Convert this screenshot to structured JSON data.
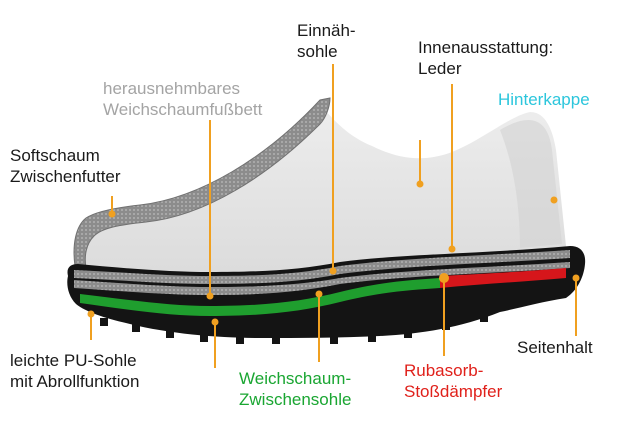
{
  "labels": {
    "einnaehsohle": [
      "Einnäh-",
      "sohle"
    ],
    "innenausstattung": [
      "Innenausstattung:",
      "Leder"
    ],
    "herausnehmbar": [
      "herausnehmbares",
      "Weichschaumfußbett"
    ],
    "hinterkappe": [
      "Hinterkappe"
    ],
    "softschaum": [
      "Softschaum",
      "Zwischenfutter"
    ],
    "pu_sohle": [
      "leichte PU-Sohle",
      "mit Abrollfunktion"
    ],
    "weichschaum_zwischensohle": [
      "Weichschaum-",
      "Zwischensohle"
    ],
    "rubasorb": [
      "Rubasorb-",
      "Stoßdämpfer"
    ],
    "seitenhalt": [
      "Seitenhalt"
    ]
  },
  "colors": {
    "text": "#1a1a1a",
    "label_grey": "#a4a4a4",
    "label_cyan": "#2cc6dc",
    "label_green": "#1aa632",
    "label_red": "#e0211b",
    "leader_orange": "#f0a020",
    "upper_fill": "#e4e4e4",
    "layer_grey": "#8a8a8a",
    "layer_green": "#1f9e2e",
    "layer_red": "#d6161b",
    "sole_black": "#141414"
  }
}
